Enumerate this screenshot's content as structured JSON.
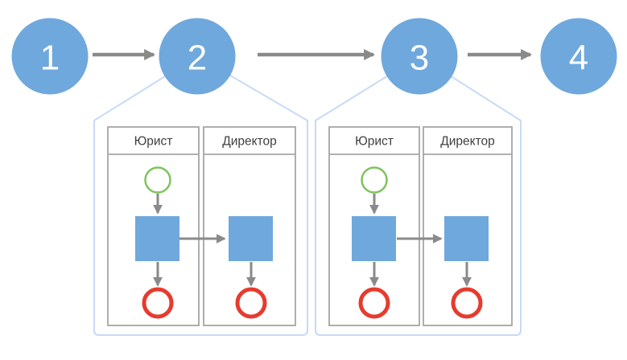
{
  "diagram": {
    "type": "process-flow-with-bpmn-callouts",
    "steps": [
      {
        "label": "1"
      },
      {
        "label": "2"
      },
      {
        "label": "3"
      },
      {
        "label": "4"
      }
    ],
    "callouts": [
      {
        "for_step": "2",
        "lanes": [
          {
            "label": "Юрист"
          },
          {
            "label": "Директор"
          }
        ]
      },
      {
        "for_step": "3",
        "lanes": [
          {
            "label": "Юрист"
          },
          {
            "label": "Директор"
          }
        ]
      }
    ],
    "icons": {
      "start_event": "green-circle-outline",
      "end_event": "red-circle-outline",
      "task": "blue-square",
      "arrow": "gray-arrow"
    },
    "colors": {
      "step_node_blue": "#6FA8DC",
      "task_blue": "#6FA8DC",
      "callout_border_blue": "#C8DAF5",
      "lane_border_gray": "#A6A6A6",
      "arrow_gray": "#8A8A8A",
      "start_event_green": "#7EC35E",
      "end_event_red": "#E63B2E",
      "lane_label_text": "#3F3F3F",
      "step_label_text": "#FFFFFF",
      "background": "#FFFFFF"
    }
  }
}
